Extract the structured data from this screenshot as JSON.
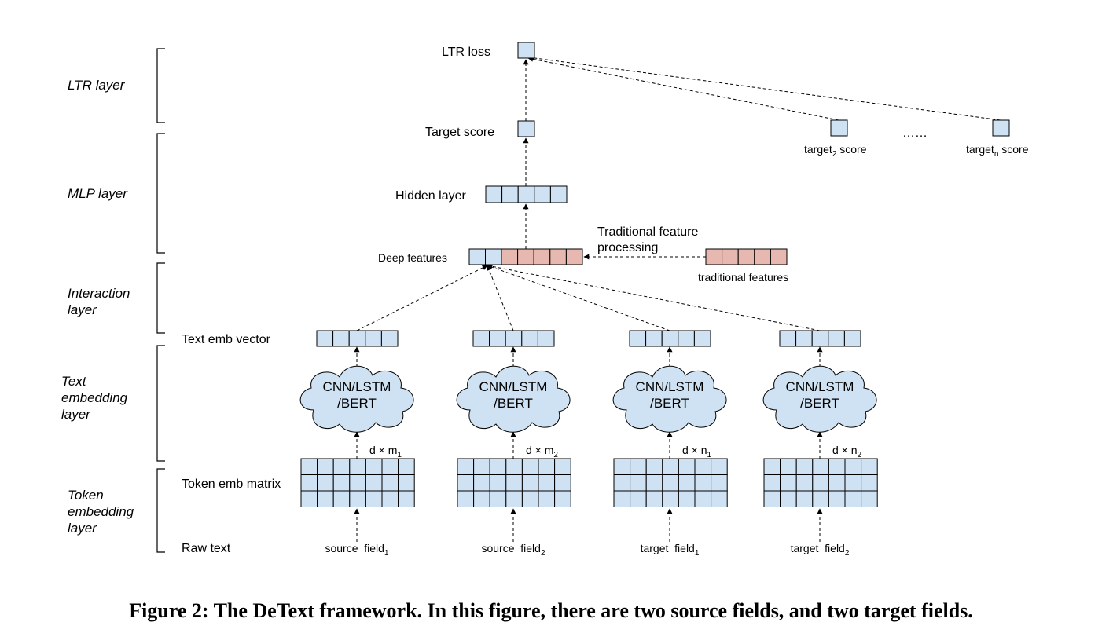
{
  "colors": {
    "cell_blue": "#cfe2f3",
    "cell_red": "#e6b8af",
    "cloud": "#cfe2f3",
    "stroke": "#000000"
  },
  "layers": {
    "ltr": [
      "LTR layer"
    ],
    "mlp": [
      "MLP layer"
    ],
    "interaction": [
      "Interaction",
      "layer"
    ],
    "text_embedding": [
      "Text",
      "embedding",
      "layer"
    ],
    "token_embedding": [
      "Token",
      "embedding",
      "layer"
    ]
  },
  "row_labels": {
    "ltr_loss": "LTR loss",
    "target_score": "Target score",
    "hidden_layer": "Hidden layer",
    "deep_features": "Deep features",
    "text_emb_vector": "Text emb vector",
    "token_emb_matrix": "Token emb matrix",
    "raw_text": "Raw text"
  },
  "scores": {
    "target2": {
      "base": "target",
      "sub": "2",
      "rest": " score"
    },
    "ellipsis": "……",
    "targetn": {
      "base": "target",
      "sub": "n",
      "rest": " score"
    }
  },
  "traditional": {
    "processing": [
      "Traditional feature",
      "processing"
    ],
    "features": "traditional features"
  },
  "encoder": [
    "CNN/LSTM",
    "/BERT"
  ],
  "columns": [
    {
      "field": "source_field",
      "field_sub": "1",
      "dim": "d × m",
      "dim_sub": "1"
    },
    {
      "field": "source_field",
      "field_sub": "2",
      "dim": "d × m",
      "dim_sub": "2"
    },
    {
      "field": "target_field",
      "field_sub": "1",
      "dim": "d × n",
      "dim_sub": "1"
    },
    {
      "field": "target_field",
      "field_sub": "2",
      "dim": "d × n",
      "dim_sub": "2"
    }
  ],
  "caption": "Figure 2: The DeText framework. In this figure, there are two source fields, and two target fields."
}
